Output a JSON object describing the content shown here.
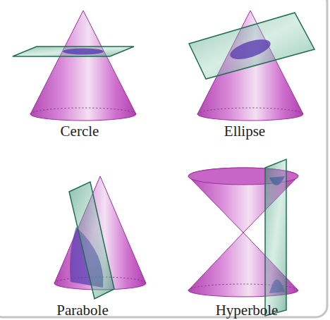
{
  "diagram": {
    "labels": [
      "Cercle",
      "Ellipse",
      "Parabole",
      "Hyperbole"
    ]
  }
}
